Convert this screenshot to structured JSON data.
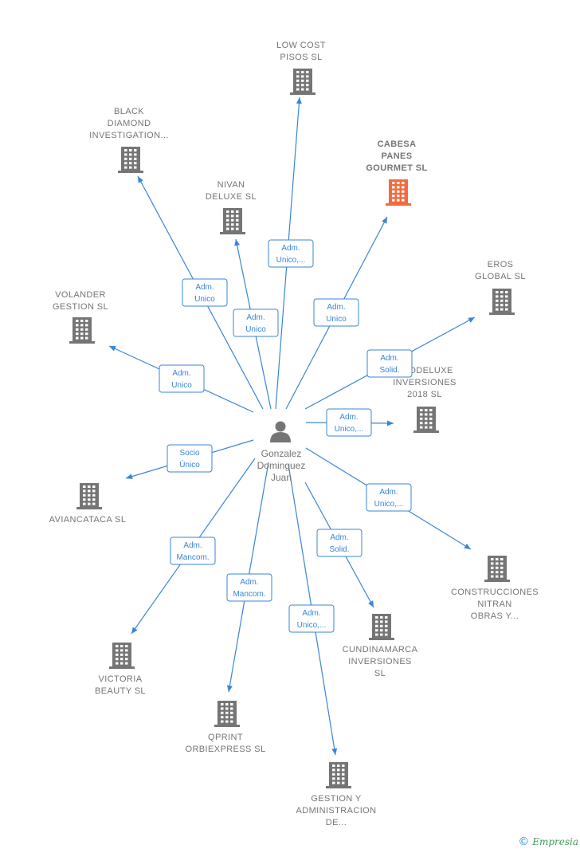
{
  "person": {
    "name_lines": [
      "Gonzalez",
      "Dominguez",
      "Juan"
    ],
    "icon": "person-icon"
  },
  "companies": [
    {
      "id": "lowcost",
      "lines": [
        "LOW COST",
        "PISOS  SL"
      ],
      "highlight": false
    },
    {
      "id": "black",
      "lines": [
        "BLACK",
        "DIAMOND",
        "INVESTIGATION..."
      ],
      "highlight": false
    },
    {
      "id": "cabesa",
      "lines": [
        "CABESA",
        "PANES",
        "GOURMET  SL"
      ],
      "highlight": true
    },
    {
      "id": "nivan",
      "lines": [
        "NIVAN",
        "DELUXE  SL"
      ],
      "highlight": false
    },
    {
      "id": "eros",
      "lines": [
        "EROS",
        "GLOBAL  SL"
      ],
      "highlight": false
    },
    {
      "id": "volander",
      "lines": [
        "VOLANDER",
        "GESTION  SL"
      ],
      "highlight": false
    },
    {
      "id": "prodeluxe",
      "lines": [
        "PRODELUXE",
        "INVERSIONES",
        "2018  SL"
      ],
      "highlight": false
    },
    {
      "id": "avianca",
      "lines": [
        "AVIANCATACA SL"
      ],
      "highlight": false
    },
    {
      "id": "construcciones",
      "lines": [
        "CONSTRUCCIONES",
        "NITRAN",
        "OBRAS Y..."
      ],
      "highlight": false
    },
    {
      "id": "cundinamarca",
      "lines": [
        "CUNDINAMARCA",
        "INVERSIONES",
        "SL"
      ],
      "highlight": false
    },
    {
      "id": "victoria",
      "lines": [
        "VICTORIA",
        "BEAUTY  SL"
      ],
      "highlight": false
    },
    {
      "id": "qprint",
      "lines": [
        "QPRINT",
        "ORBIEXPRESS SL"
      ],
      "highlight": false
    },
    {
      "id": "gestion",
      "lines": [
        "GESTION Y",
        "ADMINISTRACION",
        "DE..."
      ],
      "highlight": false
    }
  ],
  "edges": [
    {
      "to": "lowcost",
      "label": [
        "Adm.",
        "Unico,..."
      ]
    },
    {
      "to": "black",
      "label": [
        "Adm.",
        "Unico"
      ]
    },
    {
      "to": "nivan",
      "label": [
        "Adm.",
        "Unico"
      ]
    },
    {
      "to": "cabesa",
      "label": [
        "Adm.",
        "Unico"
      ]
    },
    {
      "to": "eros",
      "label": [
        "Adm.",
        "Solid."
      ]
    },
    {
      "to": "volander",
      "label": [
        "Adm.",
        "Unico"
      ]
    },
    {
      "to": "prodeluxe",
      "label": [
        "Adm.",
        "Unico,..."
      ]
    },
    {
      "to": "avianca",
      "label": [
        "Socio",
        "Único"
      ]
    },
    {
      "to": "construcciones",
      "label": [
        "Adm.",
        "Unico,..."
      ]
    },
    {
      "to": "cundinamarca",
      "label": [
        "Adm.",
        "Solid."
      ]
    },
    {
      "to": "victoria",
      "label": [
        "Adm.",
        "Mancom."
      ]
    },
    {
      "to": "qprint",
      "label": [
        "Adm.",
        "Mancom."
      ]
    },
    {
      "to": "gestion",
      "label": [
        "Adm.",
        "Unico,..."
      ]
    }
  ],
  "colors": {
    "edge": "#3a85d6",
    "building": "#757575",
    "highlight": "#f26a3d",
    "person": "#757575"
  },
  "footer": {
    "copyright": "©",
    "brand": "Empresia"
  }
}
